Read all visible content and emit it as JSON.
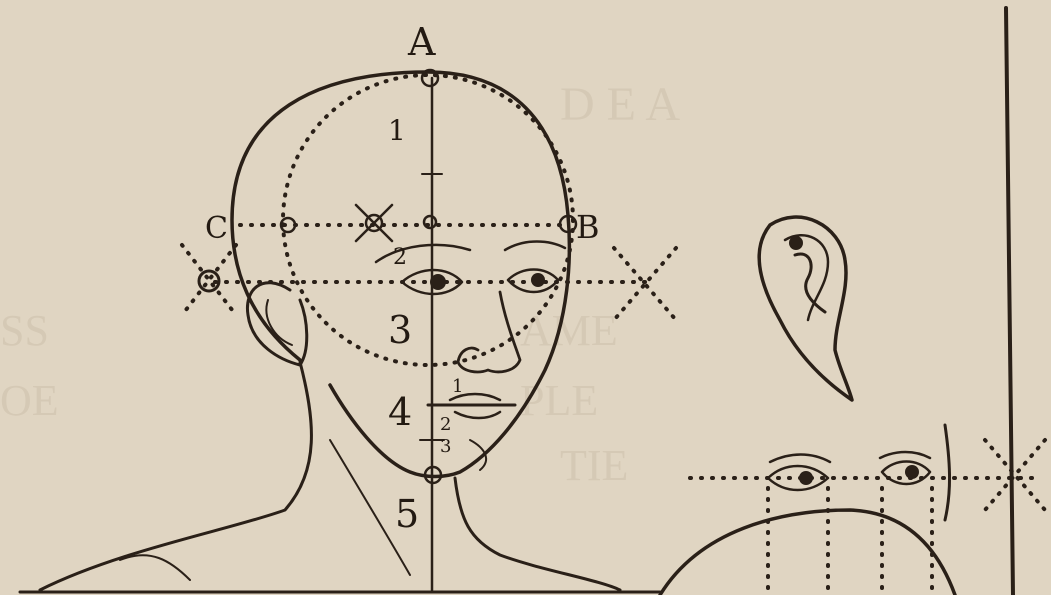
{
  "labels": {
    "top": "A",
    "left": "C",
    "right": "B",
    "n1": "1",
    "n2": "2",
    "n3": "3",
    "n4": "4",
    "n5": "5",
    "m1": "1",
    "m2": "2",
    "m3": "3"
  },
  "colors": {
    "paper": "#e3d8c6",
    "ink": "#2a2018"
  }
}
